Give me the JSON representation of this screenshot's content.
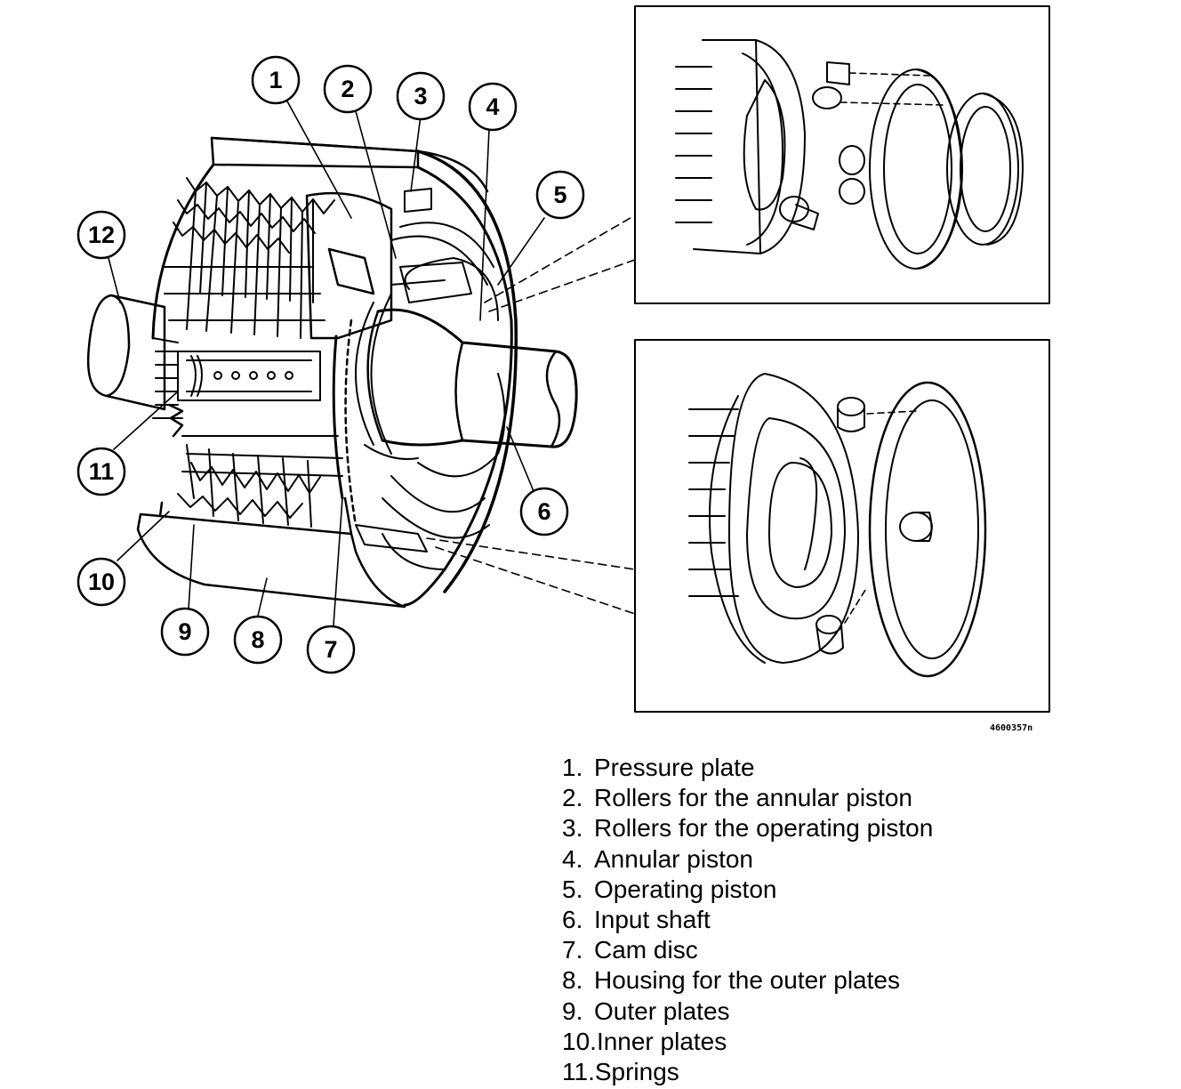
{
  "diagram": {
    "reference_code": "4600357n",
    "callouts": [
      "1",
      "2",
      "3",
      "4",
      "5",
      "6",
      "7",
      "8",
      "9",
      "10",
      "11",
      "12"
    ]
  },
  "legend": [
    {
      "num": "1.",
      "text": "Pressure plate"
    },
    {
      "num": "2.",
      "text": "Rollers for the annular piston"
    },
    {
      "num": "3.",
      "text": "Rollers for the operating piston"
    },
    {
      "num": "4.",
      "text": "Annular piston"
    },
    {
      "num": "5.",
      "text": "Operating piston"
    },
    {
      "num": "6.",
      "text": "Input shaft"
    },
    {
      "num": "7.",
      "text": "Cam disc"
    },
    {
      "num": "8.",
      "text": "Housing for the outer plates"
    },
    {
      "num": "9.",
      "text": "Outer plates"
    },
    {
      "num": "10.",
      "text": "Inner plates"
    },
    {
      "num": "11.",
      "text": "Springs"
    }
  ]
}
